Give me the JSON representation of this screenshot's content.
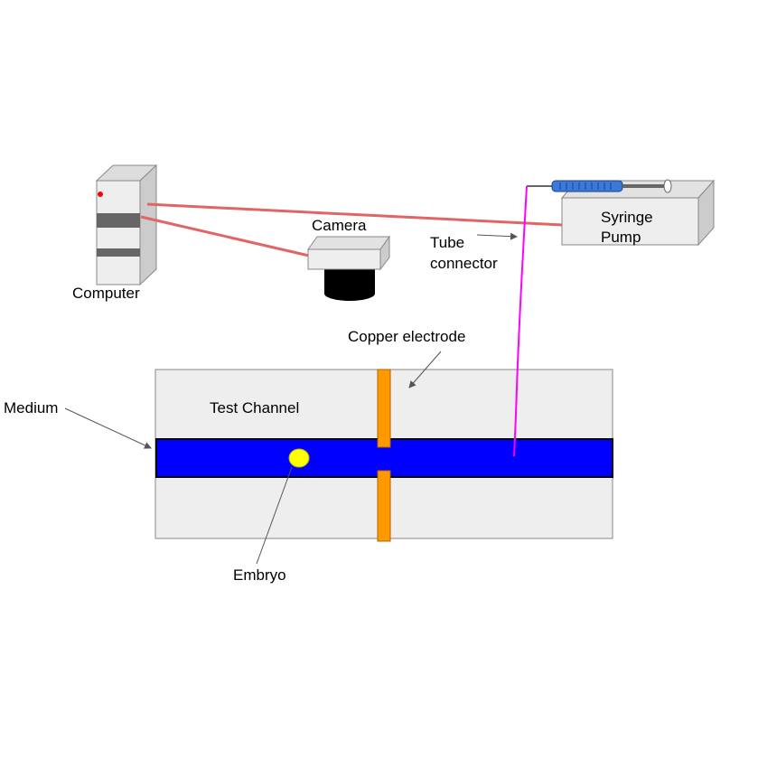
{
  "labels": {
    "computer": "Computer",
    "camera": "Camera",
    "syringe_pump_line1": "Syringe",
    "syringe_pump_line2": "Pump",
    "tube_connector_line1": "Tube",
    "tube_connector_line2": "connector",
    "copper_electrode": "Copper electrode",
    "test_channel": "Test Channel",
    "medium": "Medium",
    "embryo": "Embryo"
  },
  "colors": {
    "box_fill": "#eeeeee",
    "box_side": "#cccccc",
    "box_stroke": "#888888",
    "cable": "#e06666",
    "computer_band": "#666666",
    "computer_led": "#ff0000",
    "camera_lens": "#000000",
    "syringe_barrel": "#3c78d8",
    "channel_fluid": "#0000ff",
    "electrode": "#ff9900",
    "tube": "#ff00ff",
    "embryo": "#ffff00",
    "arrow": "#555555"
  }
}
